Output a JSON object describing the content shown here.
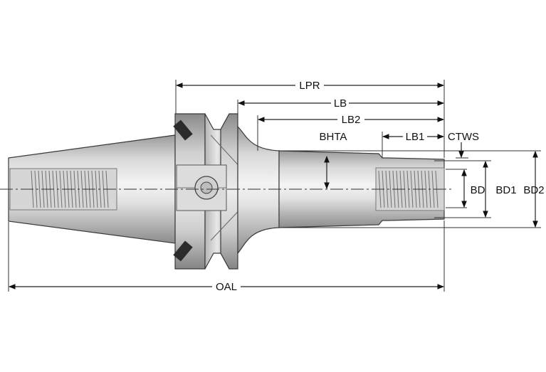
{
  "diagram": {
    "labels": {
      "lpr": "LPR",
      "lb": "LB",
      "lb2": "LB2",
      "lb1": "LB1",
      "ctws": "CTWS",
      "bhta": "BHTA",
      "bd": "BD",
      "bd1": "BD1",
      "bd2": "BD2",
      "oal": "OAL"
    },
    "colors": {
      "metal_light": "#eeeeee",
      "metal_mid": "#c9c9c9",
      "metal_dark": "#8a8a8a",
      "line": "#222222",
      "key_slot": "#2b2b2b"
    }
  }
}
